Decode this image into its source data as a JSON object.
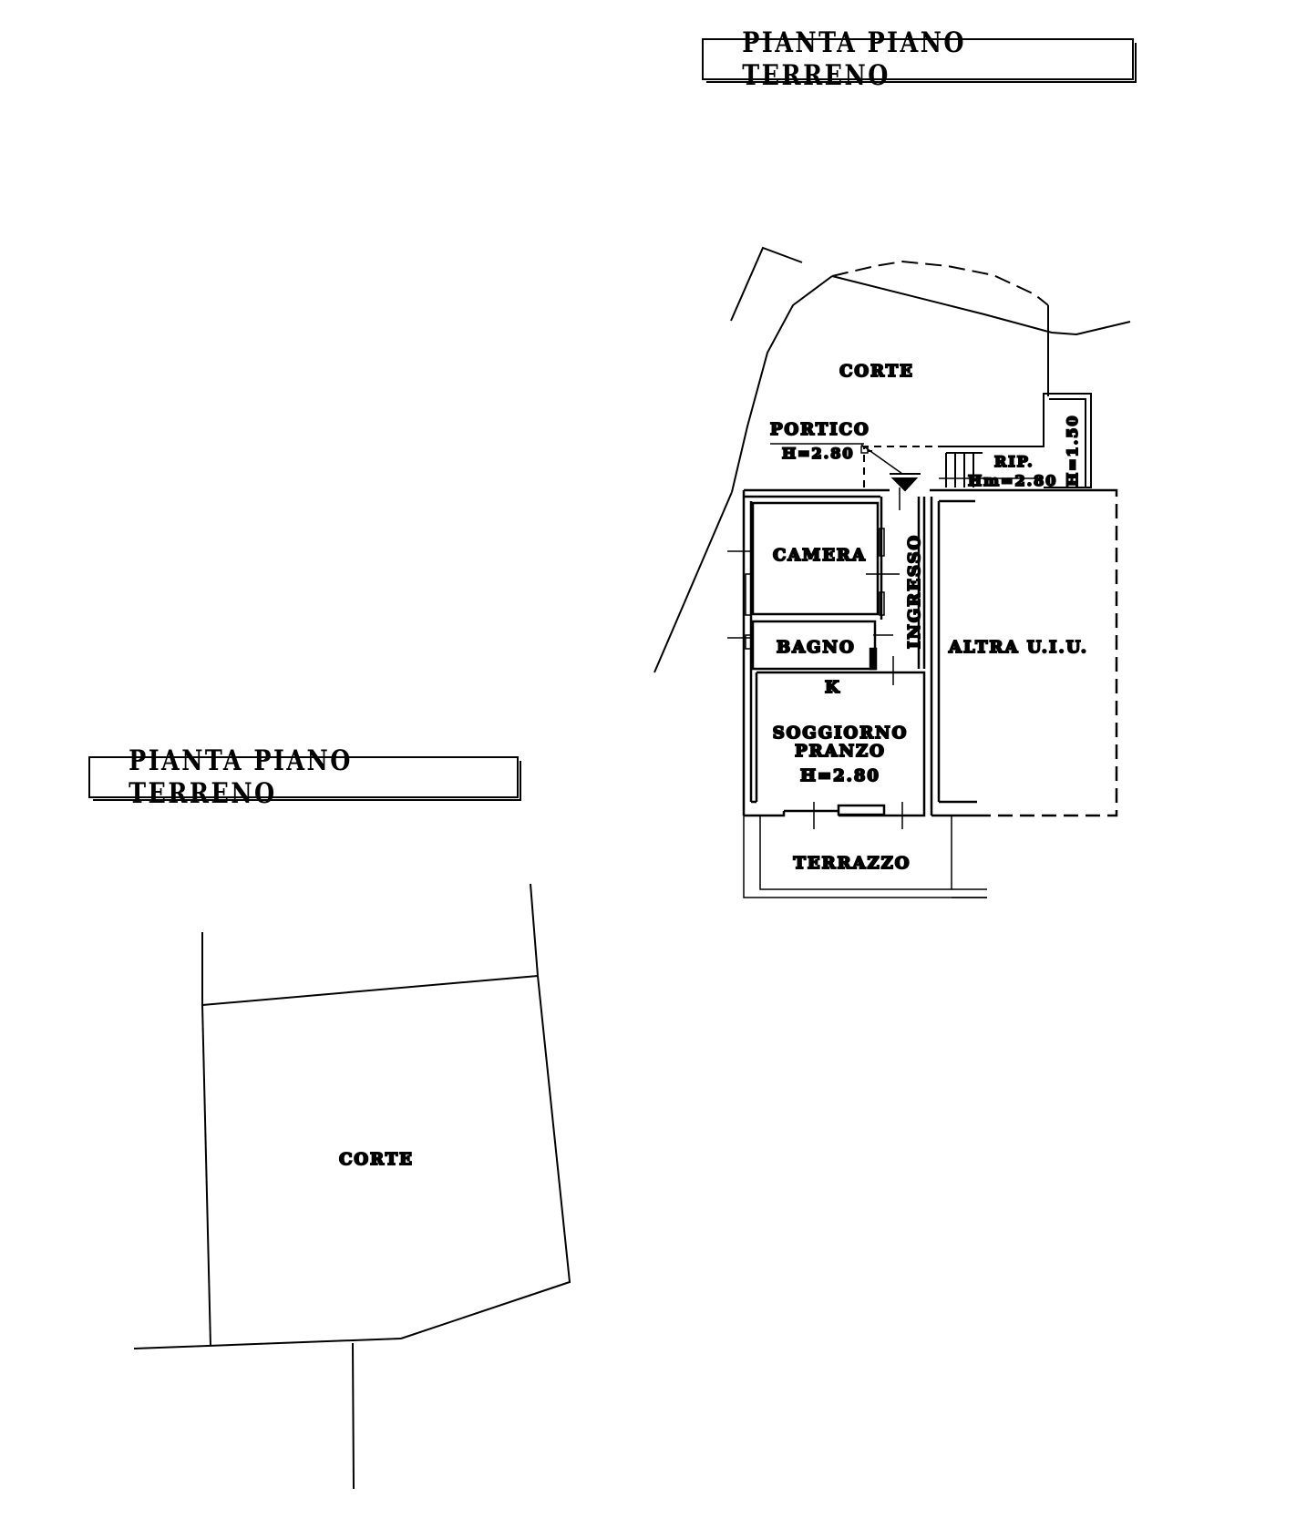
{
  "titles": {
    "top": "PIANTA PIANO TERRENO",
    "left": "PIANTA PIANO TERRENO"
  },
  "labels": {
    "corte_top": "CORTE",
    "portico": "PORTICO",
    "portico_height": "H=2.80",
    "rip": "RIP.",
    "rip_height": "Hm=2.80",
    "stair_height": "H=1.50",
    "camera": "CAMERA",
    "ingresso": "INGRESSO",
    "bagno": "BAGNO",
    "altra_uiu": "ALTRA U.I.U.",
    "k": "K",
    "soggiorno": "SOGGIORNO",
    "pranzo": "PRANZO",
    "soggiorno_height": "H=2.80",
    "terrazzo": "TERRAZZO",
    "corte_bottom": "CORTE"
  }
}
